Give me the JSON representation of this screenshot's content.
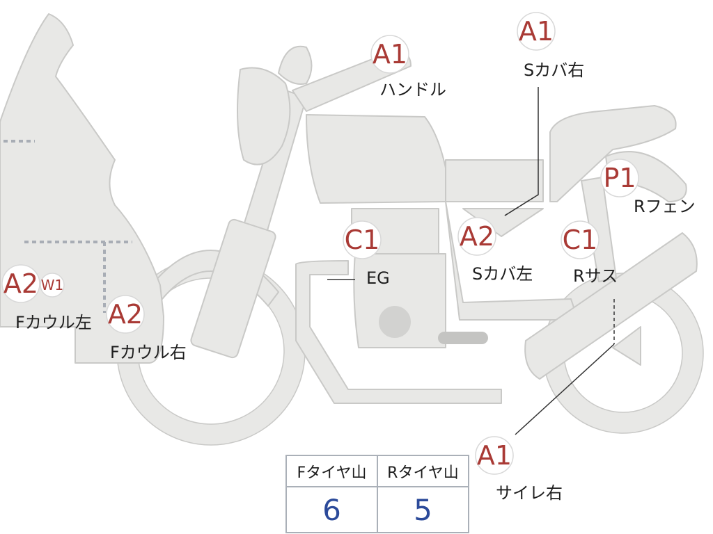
{
  "colors": {
    "body_fill": "#e8e8e6",
    "outline": "#c9c9c7",
    "damage_code": "#a93a35",
    "label_text": "#1e1e1e",
    "tire_value": "#2b4a9a",
    "table_border": "#aab0b8"
  },
  "marks": [
    {
      "code": "A1",
      "label": "ハンドル"
    },
    {
      "code": "A1",
      "label": "Sカバ右"
    },
    {
      "code": "P1",
      "label": "Rフェン"
    },
    {
      "code": "C1",
      "label": "EG"
    },
    {
      "code": "A2",
      "label": "Sカバ左"
    },
    {
      "code": "C1",
      "label": "Rサス"
    },
    {
      "code": "A2",
      "label": "Fカウル左",
      "extra_code": "W1"
    },
    {
      "code": "A2",
      "label": "Fカウル右"
    },
    {
      "code": "A1",
      "label": "サイレ右"
    }
  ],
  "tire_table": {
    "headers": [
      "Fタイヤ山",
      "Rタイヤ山"
    ],
    "values": [
      "6",
      "5"
    ]
  }
}
